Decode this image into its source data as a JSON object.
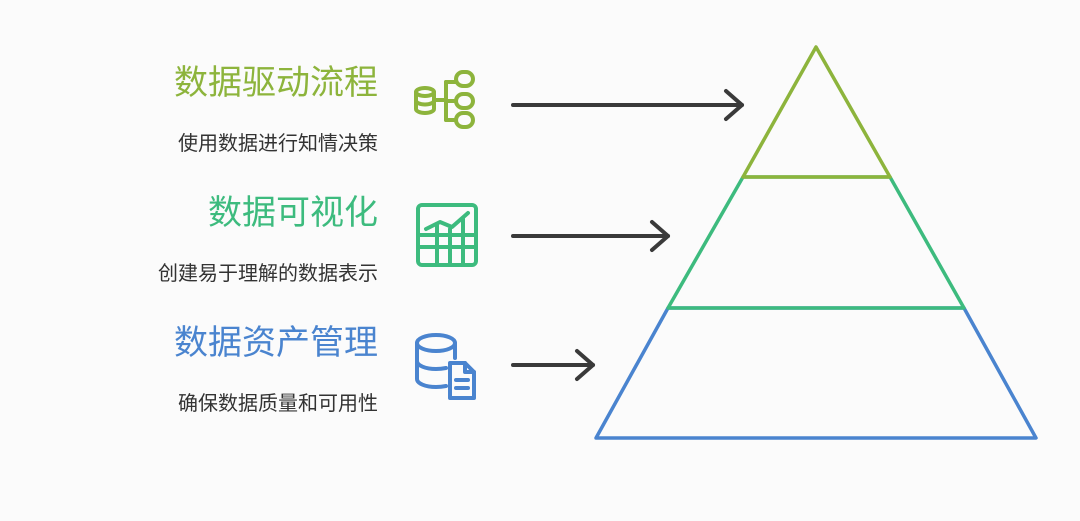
{
  "tiers": [
    {
      "title": "数据驱动流程",
      "description": "使用数据进行知情决策",
      "icon": "database-hierarchy-icon",
      "color": "#8db43c"
    },
    {
      "title": "数据可视化",
      "description": "创建易于理解的数据表示",
      "icon": "spreadsheet-chart-icon",
      "color": "#3dbb7e"
    },
    {
      "title": "数据资产管理",
      "description": "确保数据质量和可用性",
      "icon": "database-document-icon",
      "color": "#4a84cf"
    }
  ],
  "colors": {
    "arrow": "#3a3a3a",
    "background": "#fbfbfb"
  }
}
